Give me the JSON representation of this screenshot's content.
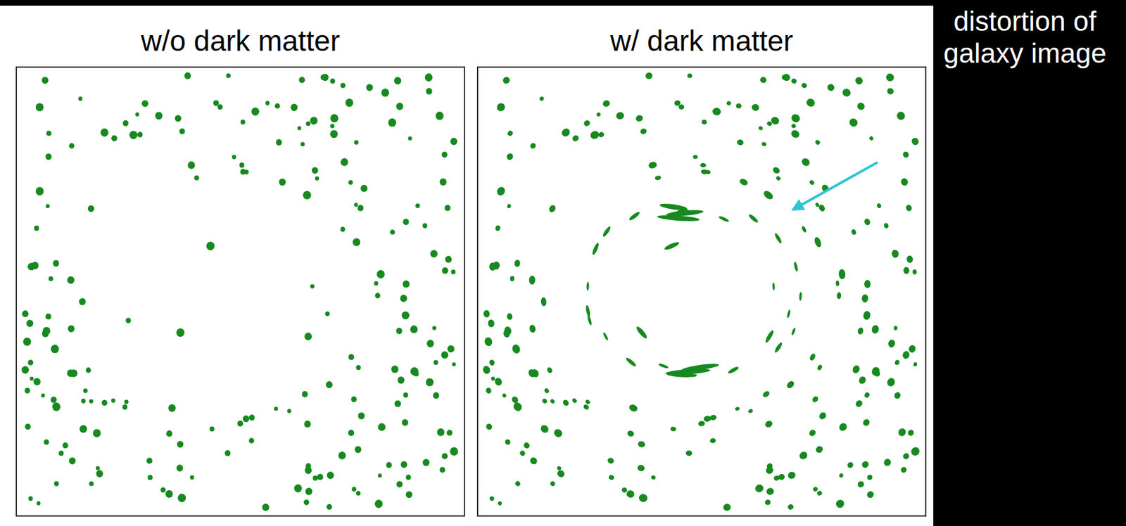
{
  "diagram": {
    "nodes": [
      {
        "text": [
          "w/o dark matter"
        ]
      },
      {
        "text": [
          "w/ dark matter"
        ]
      }
    ],
    "labels": [
      "distortion of galaxy image"
    ]
  }
}
